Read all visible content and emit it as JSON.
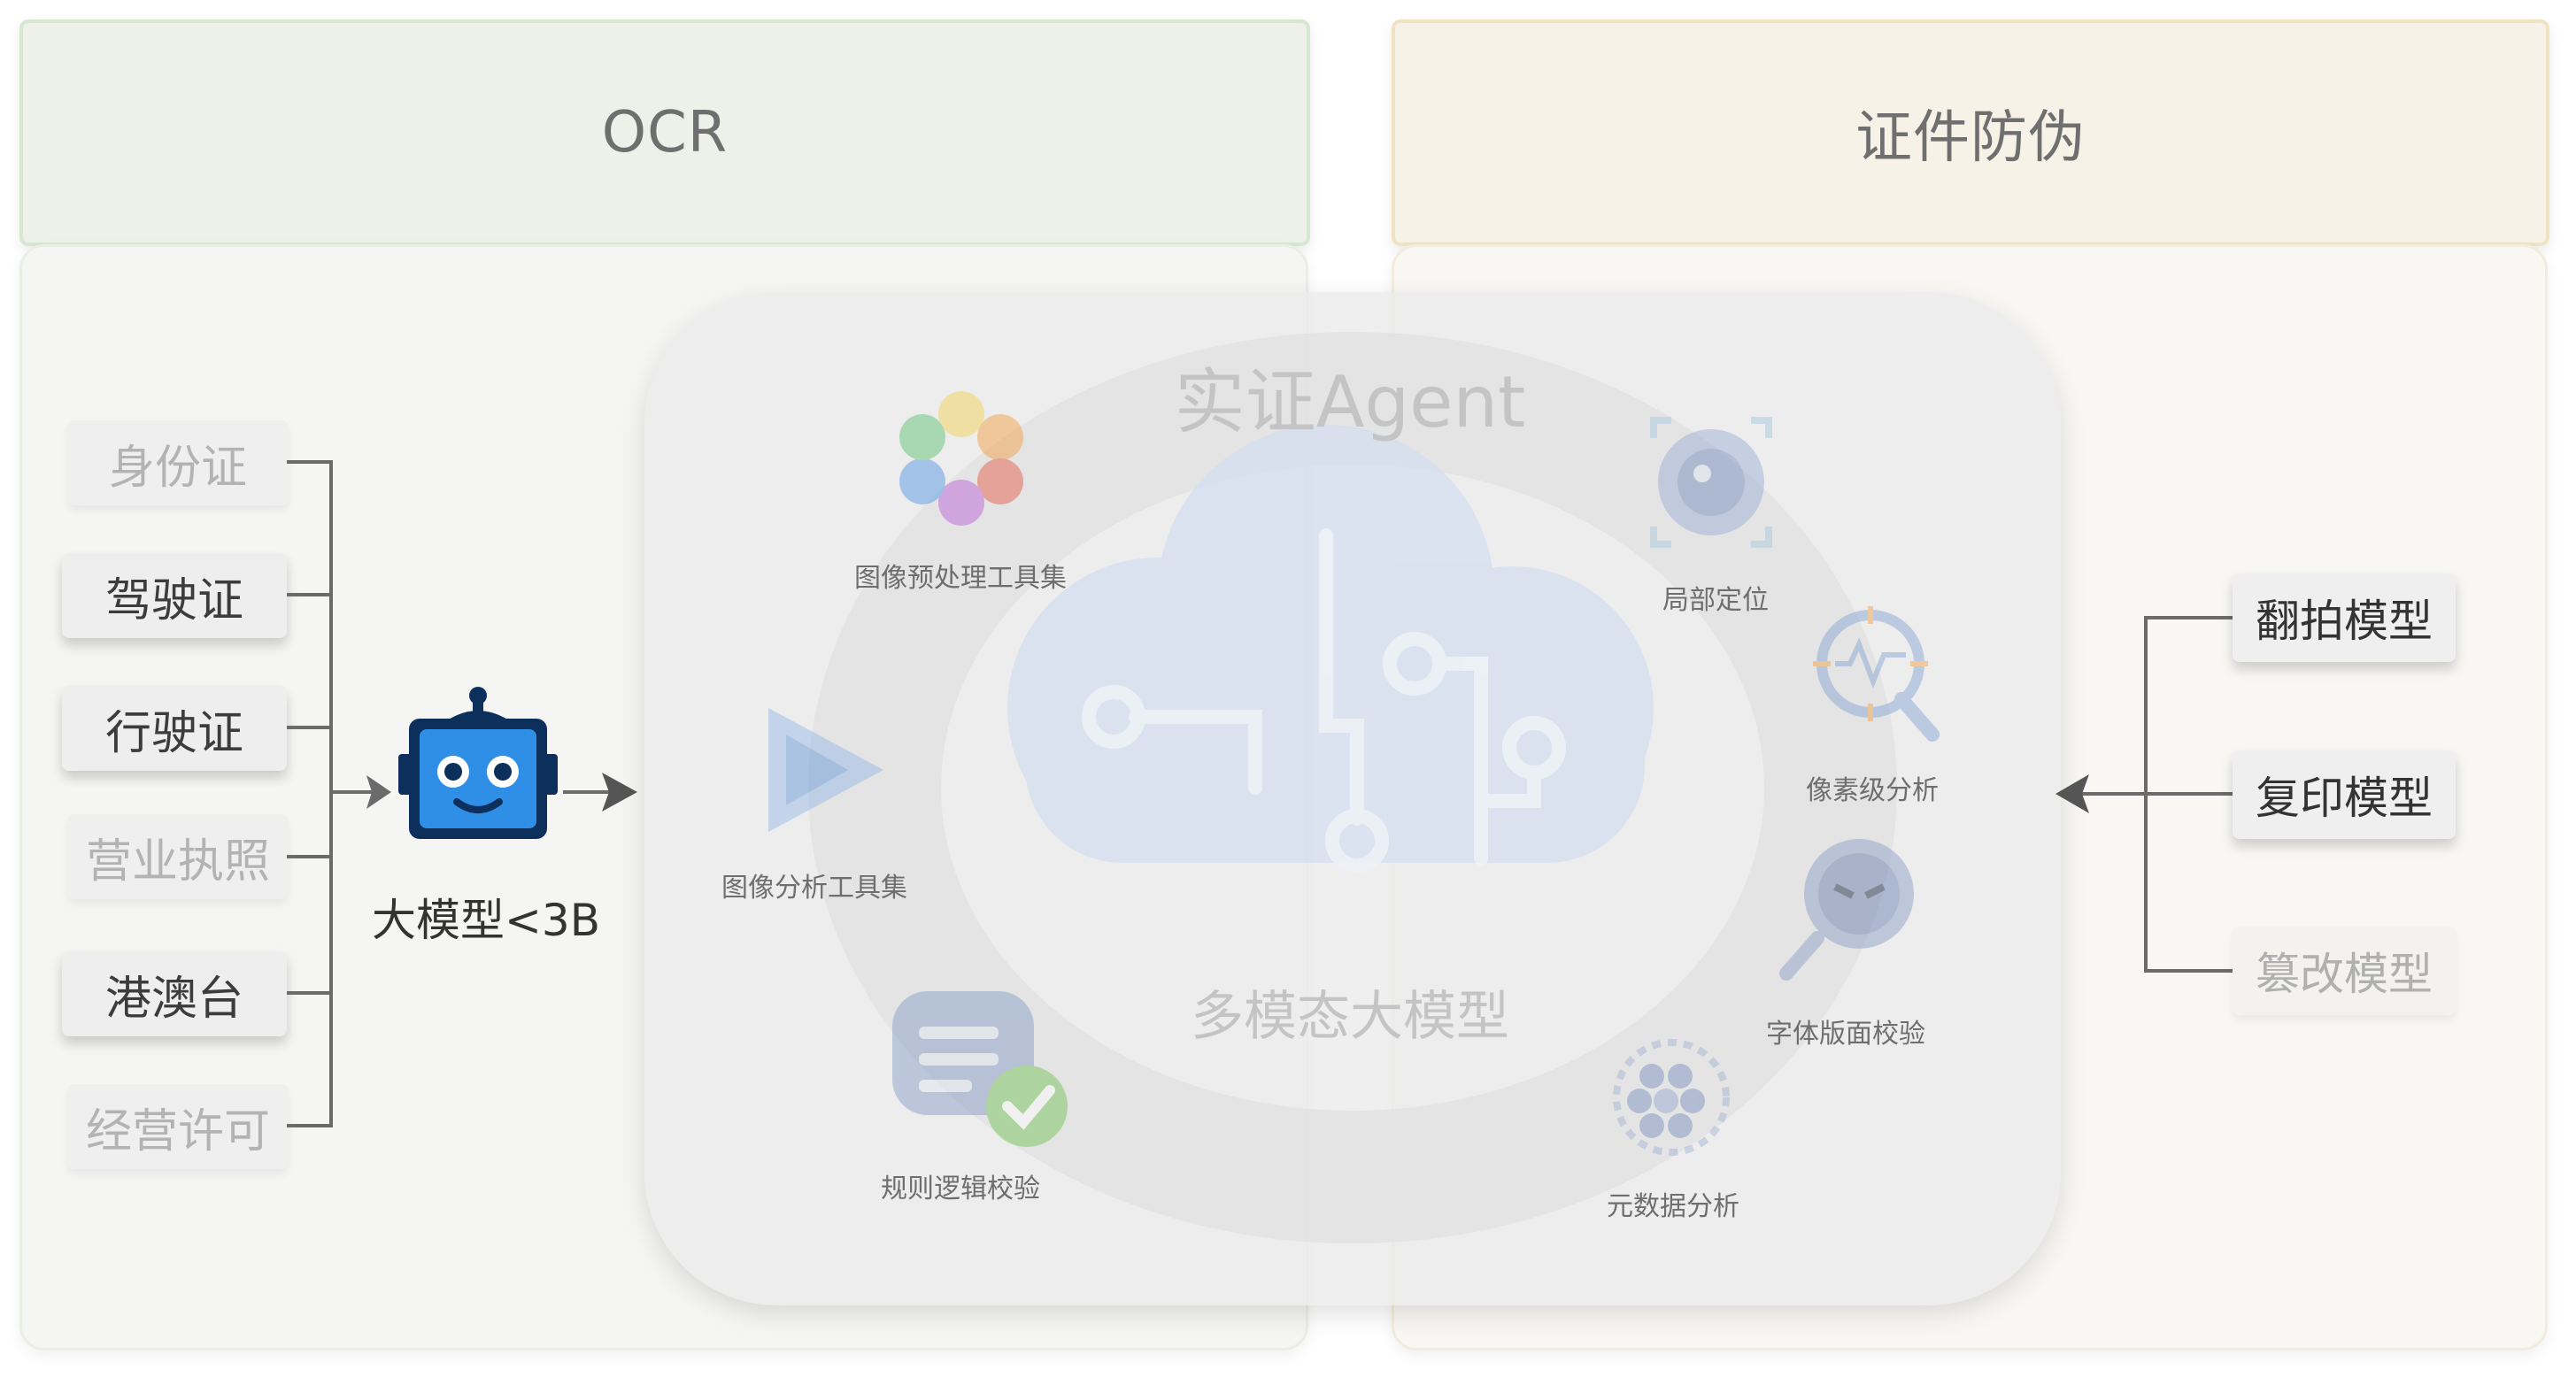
{
  "panels": {
    "ocr": {
      "title": "OCR"
    },
    "anti_fraud": {
      "title": "证件防伪"
    }
  },
  "documents": [
    {
      "label": "身份证",
      "active": false
    },
    {
      "label": "驾驶证",
      "active": true
    },
    {
      "label": "行驶证",
      "active": true
    },
    {
      "label": "营业执照",
      "active": false
    },
    {
      "label": "港澳台",
      "active": true
    },
    {
      "label": "经营许可",
      "active": false
    }
  ],
  "small_model": {
    "label": "大模型<3B",
    "icon": "robot-icon"
  },
  "agent": {
    "title": "实证Agent",
    "core": "多模态大模型",
    "tools": [
      {
        "label": "图像预处理工具集",
        "icon": "color-wheel-icon"
      },
      {
        "label": "图像分析工具集",
        "icon": "play-triangle-icon"
      },
      {
        "label": "规则逻辑校验",
        "icon": "checklist-icon"
      },
      {
        "label": "局部定位",
        "icon": "camera-focus-icon"
      },
      {
        "label": "像素级分析",
        "icon": "magnifier-wave-icon"
      },
      {
        "label": "字体版面校验",
        "icon": "spy-magnifier-icon"
      },
      {
        "label": "元数据分析",
        "icon": "hexagon-grid-icon"
      }
    ]
  },
  "fraud_models": [
    {
      "label": "翻拍模型",
      "active": true
    },
    {
      "label": "复印模型",
      "active": true
    },
    {
      "label": "篡改模型",
      "active": false
    }
  ],
  "colors": {
    "ocr_header": "#edf1ea",
    "anti_header": "#f6f2e8",
    "robot_blue": "#1e6fd0",
    "robot_navy": "#0d2f5c",
    "cloud": "#d3dfef"
  }
}
